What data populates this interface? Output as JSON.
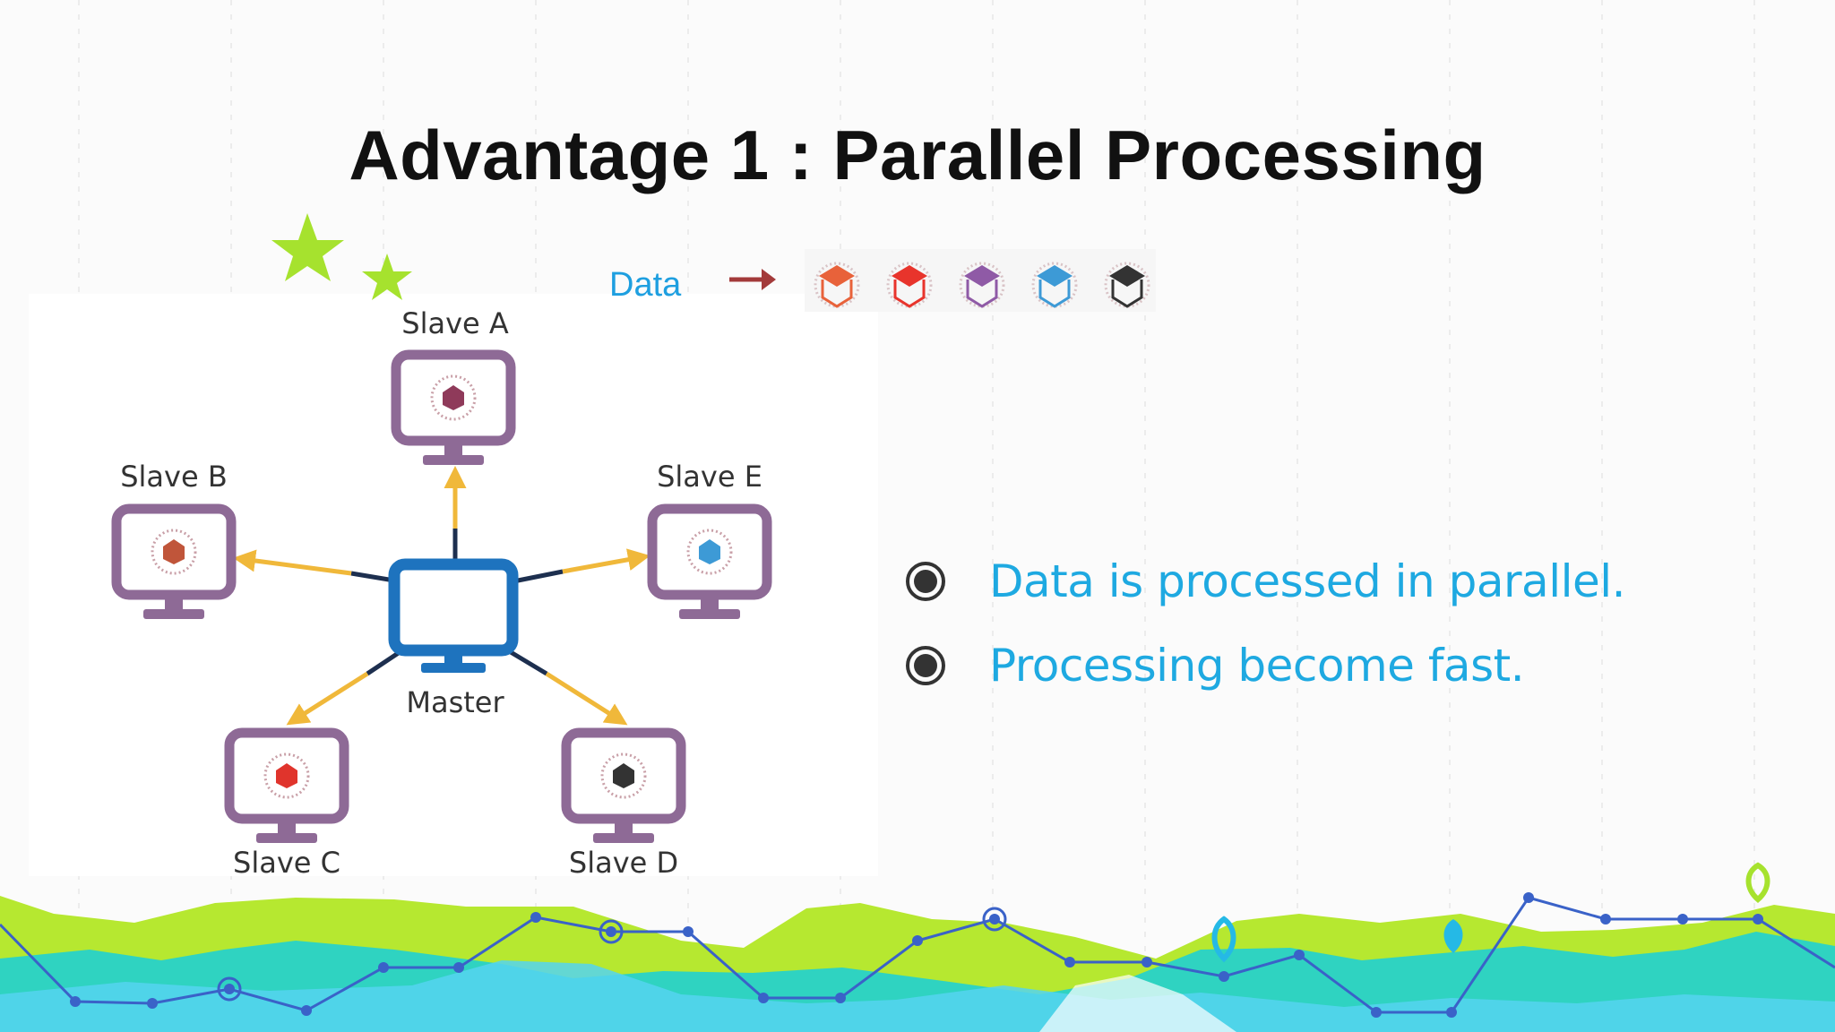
{
  "slide": {
    "title": "Advantage 1 : Parallel Processing",
    "data_label": "Data",
    "packets": [
      {
        "color": "#e8623a"
      },
      {
        "color": "#e8342c"
      },
      {
        "color": "#8f5aa6"
      },
      {
        "color": "#3d9ad6"
      },
      {
        "color": "#333333"
      }
    ]
  },
  "diagram": {
    "master": {
      "label": "Master",
      "color": "#1e73be"
    },
    "slaves": [
      {
        "id": "a",
        "label": "Slave A",
        "packet_color": "#8f3a5a"
      },
      {
        "id": "b",
        "label": "Slave B",
        "packet_color": "#c0553a"
      },
      {
        "id": "e",
        "label": "Slave E",
        "packet_color": "#3d9ad6"
      },
      {
        "id": "c",
        "label": "Slave C",
        "packet_color": "#e0342c"
      },
      {
        "id": "d",
        "label": "Slave D",
        "packet_color": "#333333"
      }
    ],
    "slave_frame_color": "#8e6a96",
    "arrow_color": "#f0b83a",
    "connector_color": "#1d2f4f"
  },
  "bullets": [
    {
      "text": "Data is processed in parallel."
    },
    {
      "text": "Processing become fast."
    }
  ],
  "colors": {
    "accent_blue": "#1ea9e1",
    "title": "#111111",
    "star": "#a6e22e",
    "mountain_green": "#b6e830",
    "mountain_teal": "#2fd3c1",
    "mountain_sky": "#55d4f0",
    "line_chart": "#3a62c8"
  }
}
